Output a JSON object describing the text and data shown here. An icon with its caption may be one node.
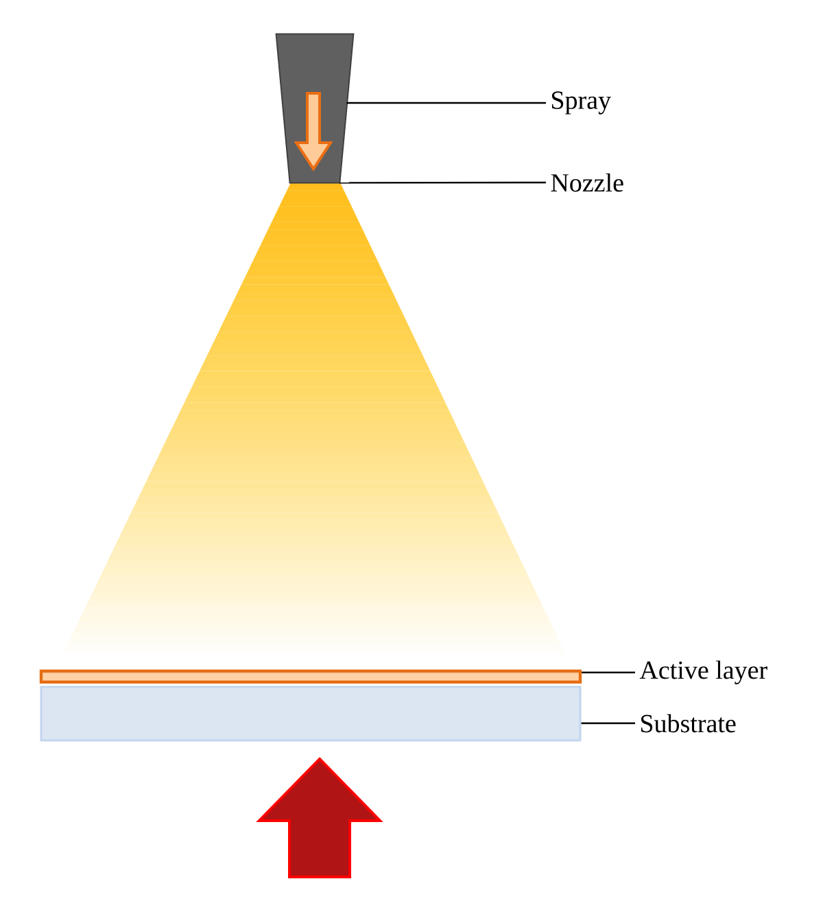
{
  "diagram": {
    "nodes": [
      {
        "text": [],
        "shape": "trapezoid"
      },
      {
        "text": [
          "Spray"
        ]
      },
      {
        "text": [
          "Nozzle"
        ]
      },
      {
        "text": [],
        "shape": "bar"
      },
      {
        "text": [
          "Active layer"
        ]
      },
      {
        "text": [],
        "shape": "bar"
      },
      {
        "text": [
          "Substrate"
        ]
      }
    ],
    "edges": [
      {
        "from": 1,
        "to": 0,
        "arrow": "none"
      },
      {
        "from": 2,
        "to": 0,
        "arrow": "none"
      },
      {
        "from": 4,
        "to": 3,
        "arrow": "none"
      },
      {
        "from": 6,
        "to": 5,
        "arrow": "none"
      }
    ]
  }
}
